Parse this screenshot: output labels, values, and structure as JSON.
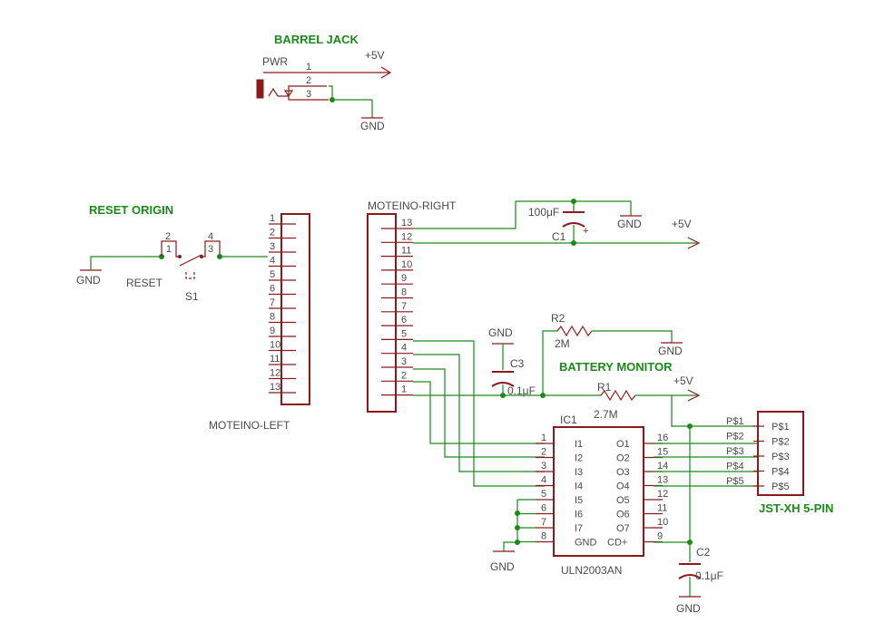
{
  "barrel_jack": {
    "title": "BARREL JACK",
    "part": "PWR",
    "pins": [
      "1",
      "2",
      "3"
    ],
    "supply": "+5V",
    "ground": "GND"
  },
  "reset": {
    "title": "RESET ORIGIN",
    "ground": "GND",
    "button_label": "RESET",
    "part": "S1",
    "pins": [
      "2",
      "1",
      "4",
      "3"
    ]
  },
  "moteino_left": {
    "name": "MOTEINO-LEFT",
    "pins": [
      "1",
      "2",
      "3",
      "4",
      "5",
      "6",
      "7",
      "8",
      "9",
      "10",
      "11",
      "12",
      "13"
    ]
  },
  "moteino_right": {
    "name": "MOTEINO-RIGHT",
    "pins": [
      "13",
      "12",
      "11",
      "10",
      "9",
      "8",
      "7",
      "6",
      "5",
      "4",
      "3",
      "2",
      "1"
    ]
  },
  "c1": {
    "value": "100μF",
    "name": "C1",
    "ground": "GND"
  },
  "supply_top": "+5V",
  "r2": {
    "name": "R2",
    "value": "2M",
    "ground": "GND"
  },
  "c3": {
    "name": "C3",
    "value": "0.1μF",
    "ground": "GND"
  },
  "battery_monitor": {
    "title": "BATTERY MONITOR",
    "supply": "+5V"
  },
  "r1": {
    "name": "R1",
    "value": "2.7M"
  },
  "ic1": {
    "name": "IC1",
    "part": "ULN2003AN",
    "left_pins": [
      "1",
      "2",
      "3",
      "4",
      "5",
      "6",
      "7",
      "8"
    ],
    "left_labels": [
      "I1",
      "I2",
      "I3",
      "I4",
      "I5",
      "I6",
      "I7",
      "GND"
    ],
    "right_pins": [
      "16",
      "15",
      "14",
      "13",
      "12",
      "11",
      "10",
      "9"
    ],
    "right_labels": [
      "O1",
      "O2",
      "O3",
      "O4",
      "O5",
      "O6",
      "O7",
      "CD+"
    ],
    "ground": "GND"
  },
  "c2": {
    "name": "C2",
    "value": "0.1μF",
    "ground": "GND"
  },
  "jst": {
    "name": "JST-XH 5-PIN",
    "net_labels": [
      "P$1",
      "P$2",
      "P$3",
      "P$4",
      "P$5"
    ],
    "pin_labels": [
      "P$1",
      "P$2",
      "P$3",
      "P$4",
      "P$5"
    ]
  }
}
